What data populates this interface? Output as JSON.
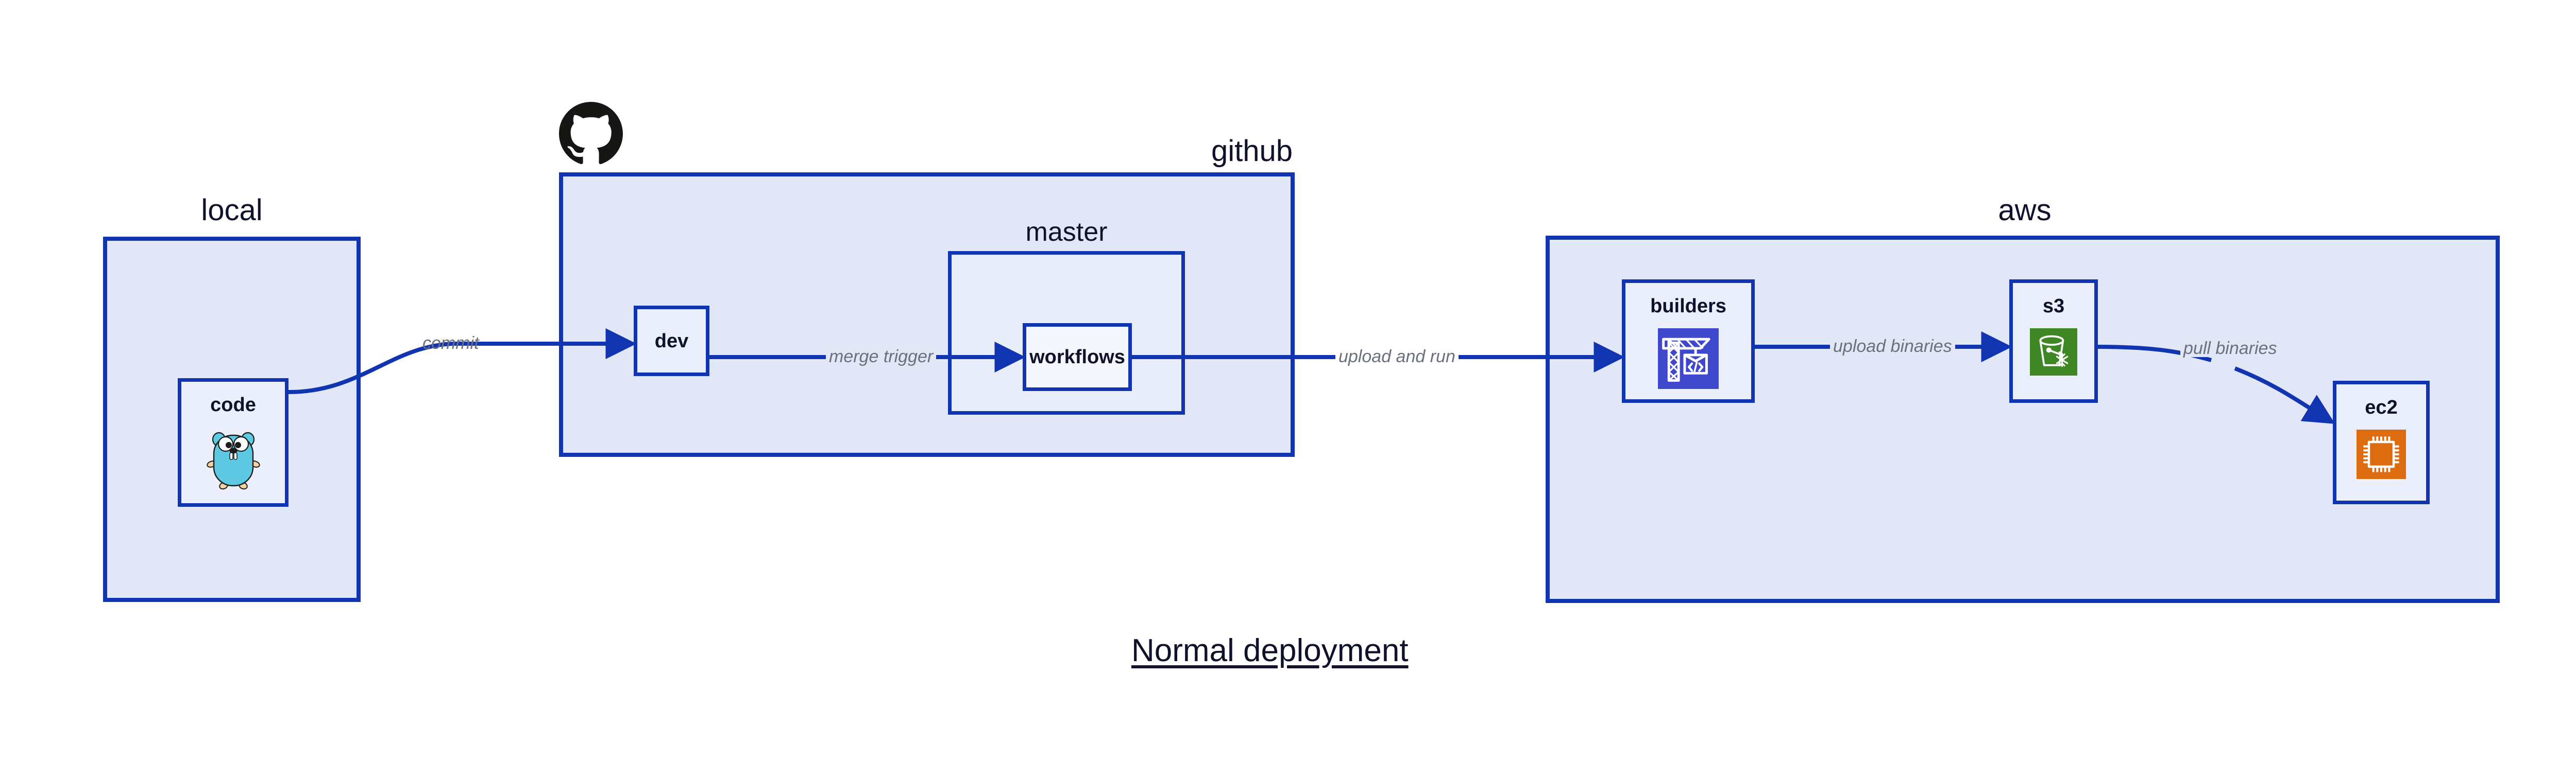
{
  "diagram": {
    "caption": "Normal deployment",
    "palette": {
      "group_fill": "#E2E7F8",
      "group_stroke": "#1134B0",
      "subgroup_fill": "#E9EDFA",
      "node_fill": "#EBEFFB",
      "edge_stroke": "#1134B0",
      "edge_label_color": "#6C707E",
      "text_color": "#10122B",
      "codebuild_icon": "#3F48CC",
      "s3_icon": "#3F8624",
      "ec2_icon": "#DD6B10",
      "gopher_body": "#5DC9E2",
      "octocat": "#161614"
    }
  },
  "groups": [
    {
      "id": "local",
      "label": "local"
    },
    {
      "id": "github",
      "label": "github"
    },
    {
      "id": "aws",
      "label": "aws"
    }
  ],
  "subgroups": [
    {
      "id": "master",
      "label": "master",
      "parent": "github"
    }
  ],
  "nodes": [
    {
      "id": "code",
      "label": "code",
      "icon": "go-gopher-icon",
      "parent": "local"
    },
    {
      "id": "dev",
      "label": "dev",
      "icon": null,
      "parent": "github"
    },
    {
      "id": "workflows",
      "label": "workflows",
      "icon": null,
      "parent": "master"
    },
    {
      "id": "builders",
      "label": "builders",
      "icon": "aws-codebuild-icon",
      "parent": "aws"
    },
    {
      "id": "s3",
      "label": "s3",
      "icon": "aws-s3-icon",
      "parent": "aws"
    },
    {
      "id": "ec2",
      "label": "ec2",
      "icon": "aws-ec2-icon",
      "parent": "aws"
    }
  ],
  "edges": [
    {
      "id": "commit",
      "from": "code",
      "to": "dev",
      "label": "commit"
    },
    {
      "id": "merge-trigger",
      "from": "dev",
      "to": "workflows",
      "label": "merge trigger"
    },
    {
      "id": "upload-and-run",
      "from": "workflows",
      "to": "builders",
      "label": "upload and run"
    },
    {
      "id": "upload-binaries",
      "from": "builders",
      "to": "s3",
      "label": "upload binaries"
    },
    {
      "id": "pull-binaries",
      "from": "s3",
      "to": "ec2",
      "label": "pull binaries"
    }
  ]
}
